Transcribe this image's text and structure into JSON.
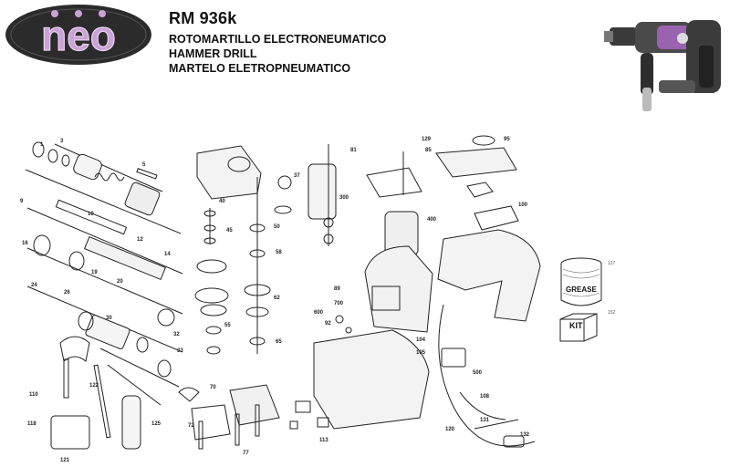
{
  "brand": {
    "logo_text": "neo"
  },
  "header": {
    "model": "RM 936k",
    "lines": [
      "ROTOMARTILLO ELECTRONEUMATICO",
      "HAMMER DRILL",
      "MARTELO ELETROPNEUMATICO"
    ]
  },
  "accessories": {
    "grease_label": "GREASE",
    "kit_label": "KIT",
    "grease_number": "127",
    "kit_number": "152"
  },
  "part_numbers": {
    "n1": "1",
    "n3": "3",
    "n5": "5",
    "n9": "9",
    "n10": "10",
    "n12": "12",
    "n14": "14",
    "n16": "16",
    "n19": "19",
    "n20": "20",
    "n24": "24",
    "n26": "26",
    "n30": "30",
    "n32": "32",
    "n33": "33",
    "n37": "37",
    "n40": "40",
    "n45": "45",
    "n50": "50",
    "n55": "55",
    "n58": "58",
    "n62": "62",
    "n65": "65",
    "n70": "70",
    "n72": "72",
    "n77": "77",
    "n81": "81",
    "n85": "85",
    "n89": "89",
    "n92": "92",
    "n95": "95",
    "n100": "100",
    "n104": "104",
    "n105": "105",
    "n108": "108",
    "n110": "110",
    "n113": "113",
    "n118": "118",
    "n120": "120",
    "n121": "121",
    "n122": "122",
    "n125": "125",
    "n129": "129",
    "n131": "131",
    "n132": "132",
    "n300": "300",
    "n400": "400",
    "n500": "500",
    "n600": "600",
    "n700": "700"
  }
}
